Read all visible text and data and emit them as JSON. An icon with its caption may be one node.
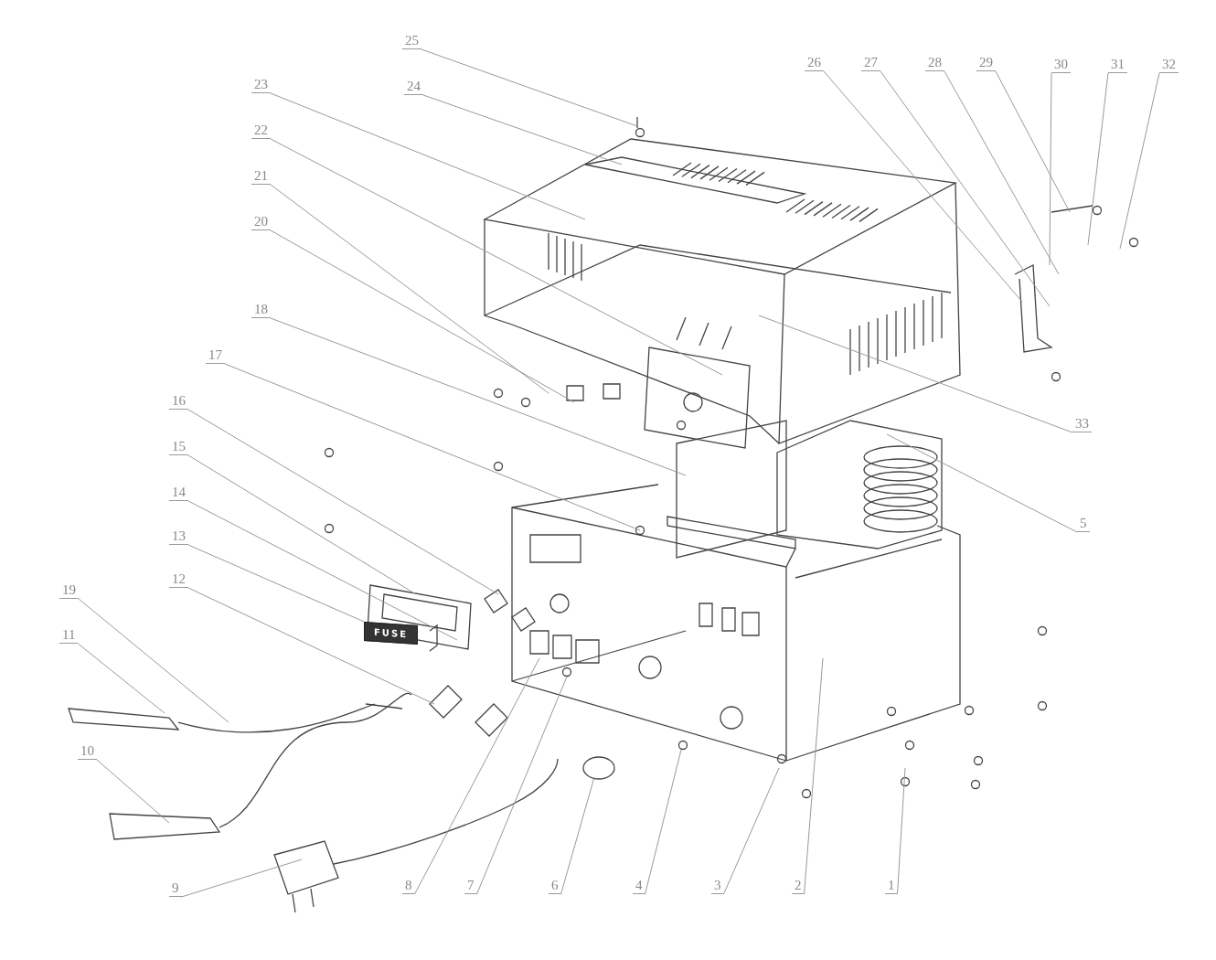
{
  "diagram": {
    "nodes": [
      {
        "text": [
          "25"
        ]
      },
      {
        "text": [
          "24"
        ]
      },
      {
        "text": [
          "23"
        ]
      },
      {
        "text": [
          "22"
        ]
      },
      {
        "text": [
          "21"
        ]
      },
      {
        "text": [
          "20"
        ]
      },
      {
        "text": [
          "18"
        ]
      },
      {
        "text": [
          "17"
        ]
      },
      {
        "text": [
          "16"
        ]
      },
      {
        "text": [
          "15"
        ]
      },
      {
        "text": [
          "14"
        ]
      },
      {
        "text": [
          "13"
        ]
      },
      {
        "text": [
          "12"
        ]
      },
      {
        "text": [
          "19"
        ]
      },
      {
        "text": [
          "11"
        ]
      },
      {
        "text": [
          "10"
        ]
      },
      {
        "text": [
          "9"
        ]
      },
      {
        "text": [
          "8"
        ]
      },
      {
        "text": [
          "7"
        ]
      },
      {
        "text": [
          "6"
        ]
      },
      {
        "text": [
          "4"
        ]
      },
      {
        "text": [
          "3"
        ]
      },
      {
        "text": [
          "2"
        ]
      },
      {
        "text": [
          "1"
        ]
      },
      {
        "text": [
          "5"
        ]
      },
      {
        "text": [
          "33"
        ]
      },
      {
        "text": [
          "26"
        ]
      },
      {
        "text": [
          "27"
        ]
      },
      {
        "text": [
          "28"
        ]
      },
      {
        "text": [
          "29"
        ]
      },
      {
        "text": [
          "30"
        ]
      },
      {
        "text": [
          "31"
        ]
      },
      {
        "text": [
          "32"
        ]
      },
      {
        "text": [
          "FUSE"
        ]
      }
    ],
    "edges": [
      {
        "from": 0,
        "to": null,
        "arrow": "none"
      },
      {
        "from": 1,
        "to": null,
        "arrow": "none"
      },
      {
        "from": 2,
        "to": null,
        "arrow": "none"
      },
      {
        "from": 3,
        "to": null,
        "arrow": "none"
      },
      {
        "from": 4,
        "to": null,
        "arrow": "none"
      },
      {
        "from": 5,
        "to": null,
        "arrow": "none"
      },
      {
        "from": 6,
        "to": null,
        "arrow": "none"
      },
      {
        "from": 7,
        "to": null,
        "arrow": "none"
      },
      {
        "from": 8,
        "to": null,
        "arrow": "none"
      },
      {
        "from": 9,
        "to": null,
        "arrow": "none"
      },
      {
        "from": 10,
        "to": null,
        "arrow": "none"
      },
      {
        "from": 11,
        "to": 33,
        "arrow": "none"
      },
      {
        "from": 12,
        "to": null,
        "arrow": "none"
      },
      {
        "from": 13,
        "to": null,
        "arrow": "none"
      },
      {
        "from": 14,
        "to": null,
        "arrow": "none"
      },
      {
        "from": 15,
        "to": null,
        "arrow": "none"
      },
      {
        "from": 16,
        "to": null,
        "arrow": "none"
      },
      {
        "from": 17,
        "to": null,
        "arrow": "none"
      },
      {
        "from": 18,
        "to": null,
        "arrow": "none"
      },
      {
        "from": 19,
        "to": null,
        "arrow": "none"
      },
      {
        "from": 20,
        "to": null,
        "arrow": "none"
      },
      {
        "from": 21,
        "to": null,
        "arrow": "none"
      },
      {
        "from": 22,
        "to": null,
        "arrow": "none"
      },
      {
        "from": 23,
        "to": null,
        "arrow": "none"
      },
      {
        "from": 24,
        "to": null,
        "arrow": "none"
      },
      {
        "from": 25,
        "to": null,
        "arrow": "none"
      },
      {
        "from": 26,
        "to": null,
        "arrow": "none"
      },
      {
        "from": 27,
        "to": null,
        "arrow": "none"
      },
      {
        "from": 28,
        "to": null,
        "arrow": "none"
      },
      {
        "from": 29,
        "to": null,
        "arrow": "none"
      },
      {
        "from": 30,
        "to": null,
        "arrow": "none"
      },
      {
        "from": 31,
        "to": null,
        "arrow": "none"
      },
      {
        "from": 32,
        "to": null,
        "arrow": "none"
      }
    ]
  }
}
